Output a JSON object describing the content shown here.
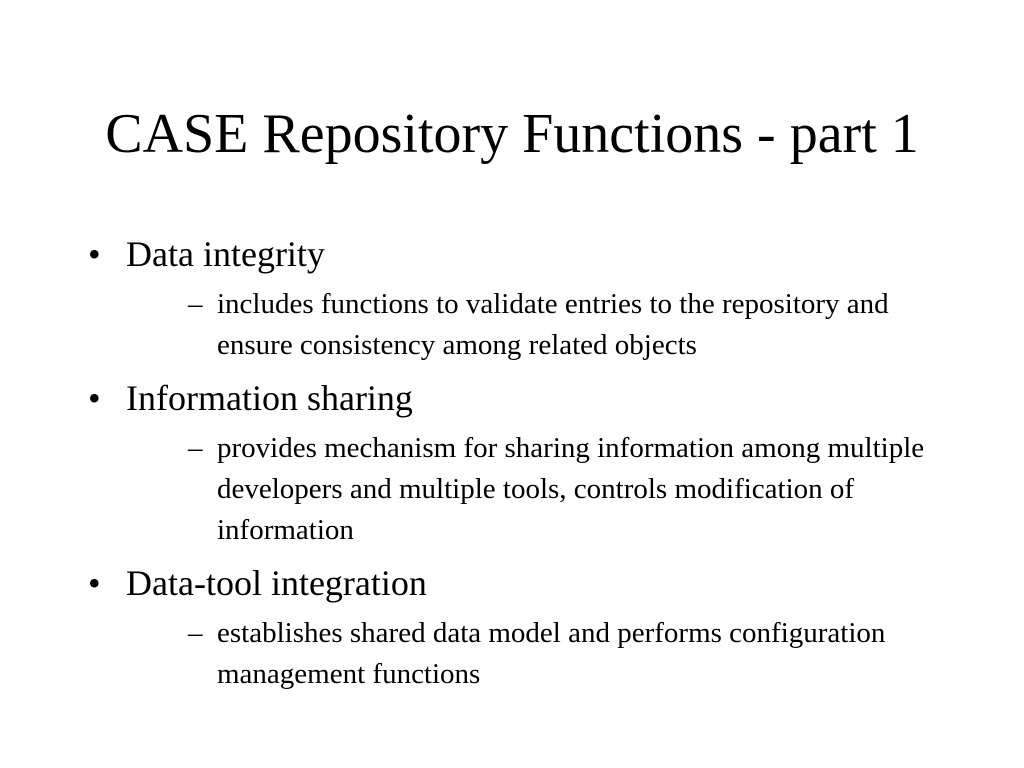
{
  "slide": {
    "title": "CASE Repository Functions - part 1",
    "bullet_glyph": "•",
    "dash_glyph": "–",
    "items": [
      {
        "label": "Data integrity",
        "sub": "includes functions to validate entries to the repository and ensure consistency among related objects"
      },
      {
        "label": "Information sharing",
        "sub": "provides mechanism for sharing information among multiple developers and multiple tools, controls modification of information"
      },
      {
        "label": "Data-tool integration",
        "sub": "establishes shared data model and performs configuration management functions"
      }
    ]
  }
}
